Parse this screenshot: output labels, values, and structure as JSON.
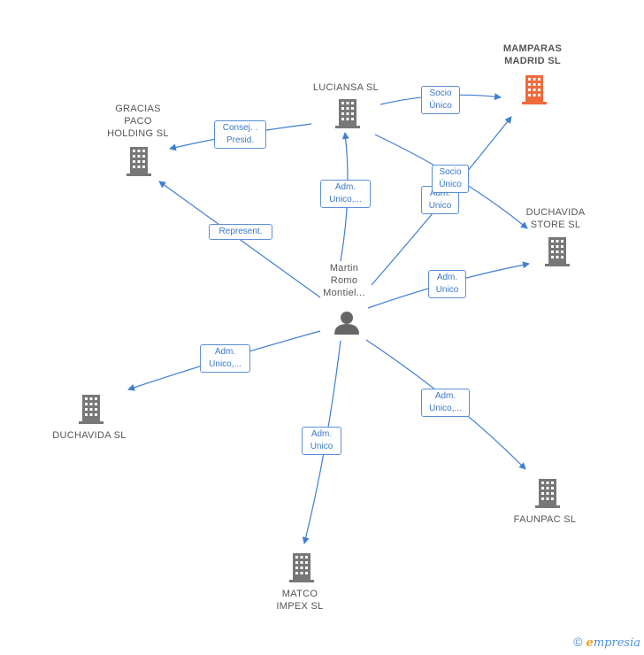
{
  "colors": {
    "edge": "#3f7fd1",
    "building": "#777777",
    "highlight_building": "#f06a3c",
    "person": "#666666"
  },
  "nodes": {
    "mamparas": {
      "label": "MAMPARAS\nMADRID  SL",
      "icon": "building-icon",
      "highlight": true
    },
    "luciansa": {
      "label": "LUCIANSA  SL",
      "icon": "building-icon"
    },
    "gracias": {
      "label": "GRACIAS\nPACO\nHOLDING  SL",
      "icon": "building-icon"
    },
    "duchavida_store": {
      "label": "DUCHAVIDA\nSTORE  SL",
      "icon": "building-icon"
    },
    "person": {
      "label": "Martin\nRomo\nMontiel...",
      "icon": "person-icon"
    },
    "duchavida": {
      "label": "DUCHAVIDA  SL",
      "icon": "building-icon"
    },
    "faunpac": {
      "label": "FAUNPAC  SL",
      "icon": "building-icon"
    },
    "matco": {
      "label": "MATCO\nIMPEX  SL",
      "icon": "building-icon"
    }
  },
  "edges": {
    "e1": {
      "label": "Socio\nÚnico"
    },
    "e2": {
      "label": "Consej. .\nPresid."
    },
    "e3": {
      "label": "Adm.\nUnico,..."
    },
    "e4": {
      "label": "Socio\nÚnico"
    },
    "e5": {
      "label": "Adm.\nUnico"
    },
    "e6": {
      "label": "Represent."
    },
    "e7": {
      "label": "Adm.\nUnico"
    },
    "e8": {
      "label": "Adm.\nUnico,..."
    },
    "e9": {
      "label": "Adm.\nUnico,..."
    },
    "e10": {
      "label": "Adm.\nUnico"
    }
  },
  "footer": {
    "copyright": "©",
    "brand_initial": "e",
    "brand_rest": "mpresia"
  }
}
